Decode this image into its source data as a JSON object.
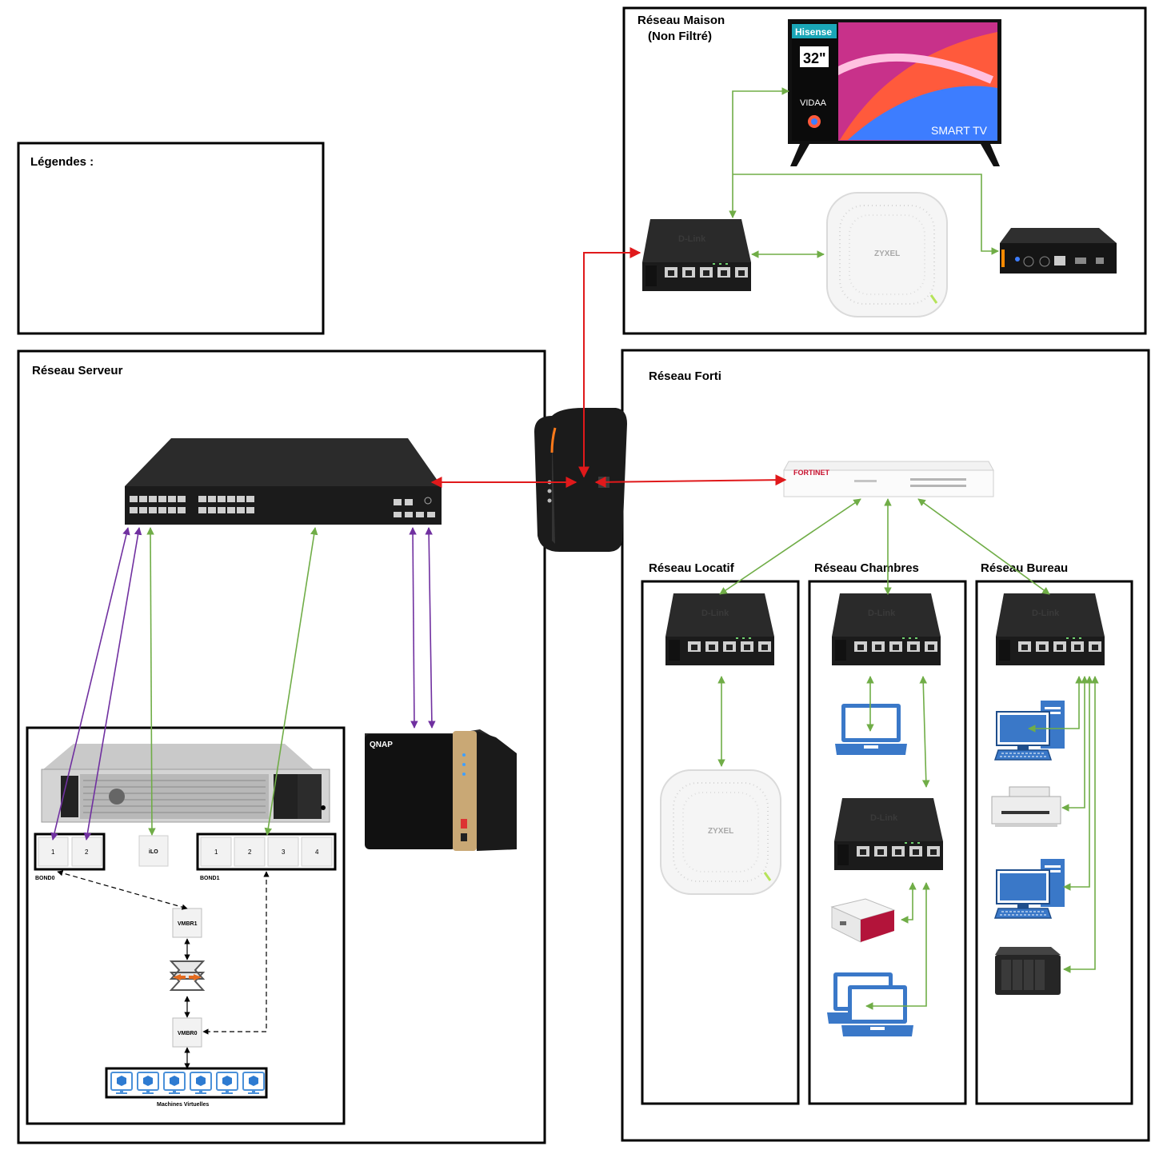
{
  "colors": {
    "wan_link": "#e0191b",
    "lan_link": "#70ad47",
    "server_link": "#7030a0",
    "logical_link": "#000000",
    "vm_icon": "#4a90d9",
    "pc_icon": "#3a78c8"
  },
  "legend": {
    "title": "Légendes :"
  },
  "groups": {
    "maison": {
      "title_line1": "Réseau Maison",
      "title_line2": "(Non Filtré)"
    },
    "serveur": {
      "title": "Réseau Serveur"
    },
    "forti": {
      "title": "Réseau Forti"
    },
    "locatif": {
      "title": "Réseau Locatif"
    },
    "chambres": {
      "title": "Réseau Chambres"
    },
    "bureau": {
      "title": "Réseau Bureau"
    }
  },
  "devices": {
    "tv": {
      "brand": "Hisense",
      "size": "32\"",
      "tag_os": "VIDAA",
      "badge": "SMART TV"
    },
    "ap_brand": "ZYXEL",
    "switch_brand": "D-Link",
    "firewall_brand": "FORTINET"
  },
  "server": {
    "bond0_label": "BOND0",
    "bond0_ports": [
      "1",
      "2"
    ],
    "ilo_label": "iLO",
    "bond1_label": "BOND1",
    "bond1_ports": [
      "1",
      "2",
      "3",
      "4"
    ],
    "vmbr1_label": "VMBR1",
    "vmbr0_label": "VMBR0",
    "vm_caption": "Machines Virtuelles",
    "vm_count": 6
  },
  "nas": {
    "brand": "QNAP"
  }
}
